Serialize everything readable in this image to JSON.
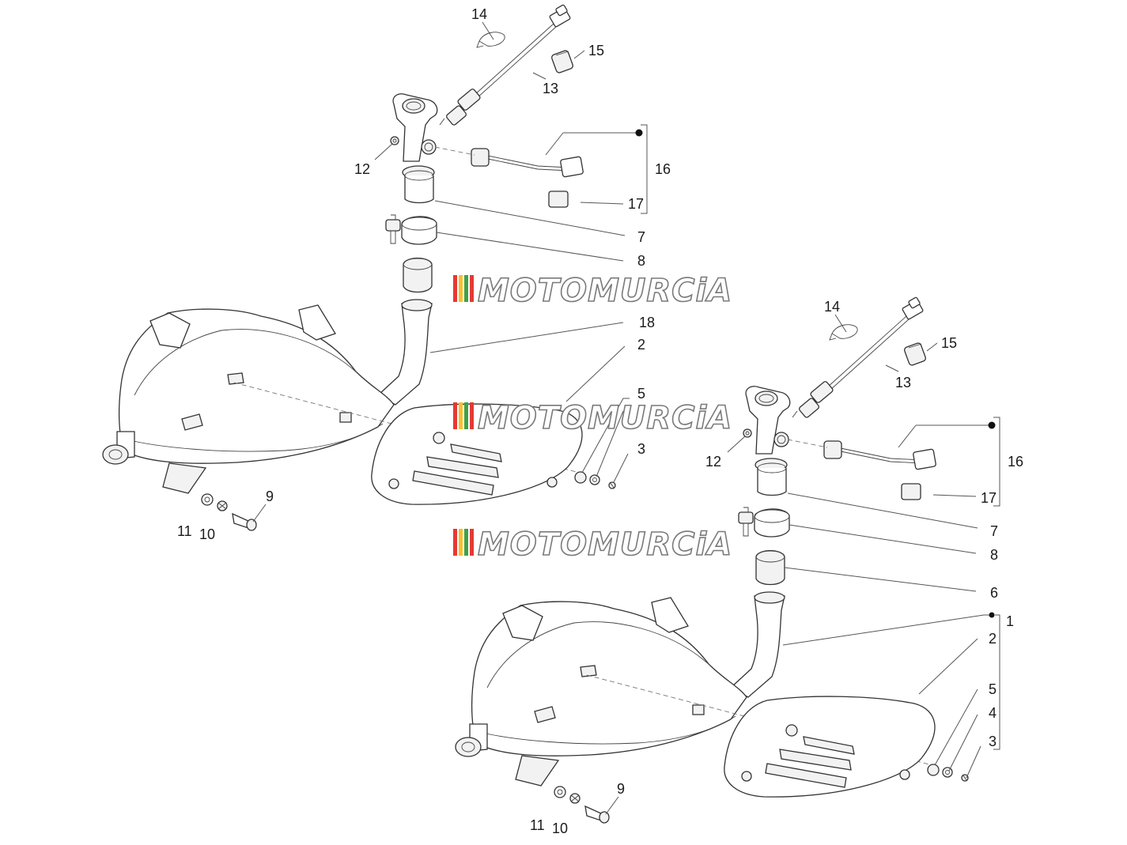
{
  "diagram": {
    "watermark": {
      "text": "MOTOMURCiA"
    },
    "assemblies": [
      {
        "id": "top-left",
        "callouts": [
          {
            "id": "14",
            "text": "14"
          },
          {
            "id": "15",
            "text": "15"
          },
          {
            "id": "13",
            "text": "13"
          },
          {
            "id": "12",
            "text": "12"
          },
          {
            "id": "16",
            "text": "16"
          },
          {
            "id": "17",
            "text": "17"
          },
          {
            "id": "7",
            "text": "7"
          },
          {
            "id": "8",
            "text": "8"
          },
          {
            "id": "18",
            "text": "18"
          },
          {
            "id": "2",
            "text": "2"
          },
          {
            "id": "5",
            "text": "5"
          },
          {
            "id": "3",
            "text": "3"
          },
          {
            "id": "9",
            "text": "9"
          },
          {
            "id": "11",
            "text": "11"
          },
          {
            "id": "10",
            "text": "10"
          }
        ]
      },
      {
        "id": "bottom-right",
        "callouts": [
          {
            "id": "14",
            "text": "14"
          },
          {
            "id": "15",
            "text": "15"
          },
          {
            "id": "13",
            "text": "13"
          },
          {
            "id": "12",
            "text": "12"
          },
          {
            "id": "16",
            "text": "16"
          },
          {
            "id": "17",
            "text": "17"
          },
          {
            "id": "7",
            "text": "7"
          },
          {
            "id": "8",
            "text": "8"
          },
          {
            "id": "6",
            "text": "6"
          },
          {
            "id": "1",
            "text": "1"
          },
          {
            "id": "2",
            "text": "2"
          },
          {
            "id": "5",
            "text": "5"
          },
          {
            "id": "4",
            "text": "4"
          },
          {
            "id": "3",
            "text": "3"
          },
          {
            "id": "9",
            "text": "9"
          },
          {
            "id": "11",
            "text": "11"
          },
          {
            "id": "10",
            "text": "10"
          }
        ]
      }
    ]
  }
}
